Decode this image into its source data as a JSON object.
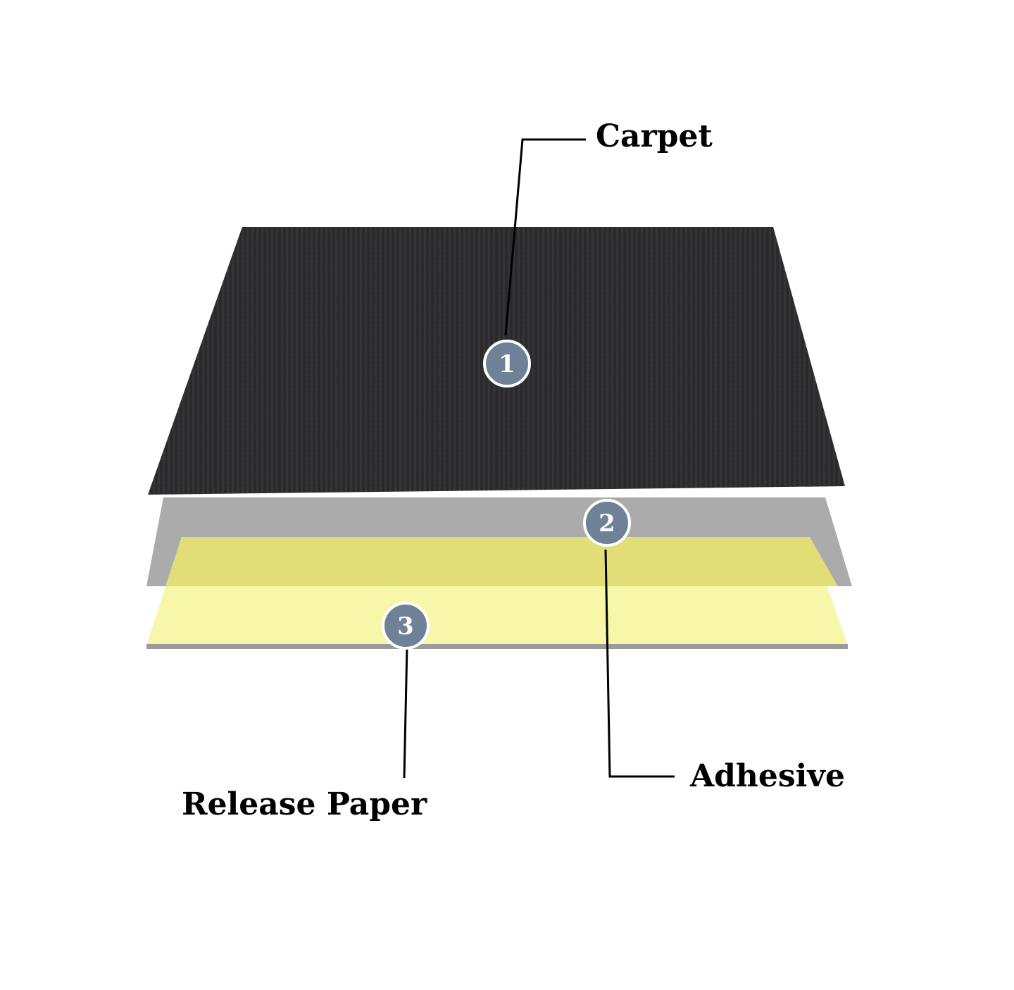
{
  "layers": [
    {
      "number": "1",
      "label": "Carpet",
      "color": "#2b2b2d"
    },
    {
      "number": "2",
      "label": "Adhesive",
      "color": "#ababab"
    },
    {
      "number": "3",
      "label": "Release Paper",
      "color": "#f8f6a8"
    }
  ],
  "colors": {
    "badge": "#6f8196",
    "badge_border": "#ffffff",
    "paper_overlap": "#e1de78",
    "paper_edge": "#9a9a9a"
  }
}
